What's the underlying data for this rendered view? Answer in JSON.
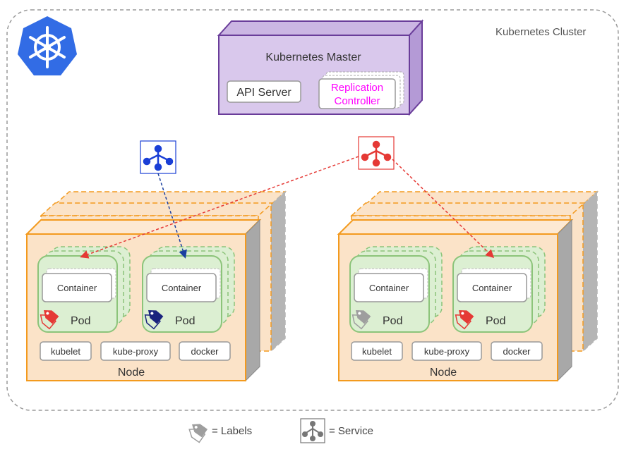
{
  "cluster": {
    "label": "Kubernetes Cluster"
  },
  "master": {
    "title": "Kubernetes Master",
    "api_server": "API Server",
    "replication_controller": [
      "Replication",
      "Controller"
    ]
  },
  "nodes": [
    {
      "label": "Node",
      "pods": [
        {
          "container": "Container",
          "label": "Pod",
          "tag_color": "#e53935"
        },
        {
          "container": "Container",
          "label": "Pod",
          "tag_color": "#1a237e"
        }
      ],
      "components": [
        "kubelet",
        "kube-proxy",
        "docker"
      ]
    },
    {
      "label": "Node",
      "pods": [
        {
          "container": "Container",
          "label": "Pod",
          "tag_color": "#9e9e9e"
        },
        {
          "container": "Container",
          "label": "Pod",
          "tag_color": "#e53935"
        }
      ],
      "components": [
        "kubelet",
        "kube-proxy",
        "docker"
      ]
    }
  ],
  "services": [
    {
      "icon": "service-icon",
      "color": "#1a3fd6"
    },
    {
      "icon": "service-icon",
      "color": "#e53935"
    }
  ],
  "legend": {
    "labels_text": "= Labels",
    "service_text": "= Service"
  },
  "colors": {
    "master_fill": "#d9c8ec",
    "master_border": "#6a3d9a",
    "node_fill": "#fbe3c8",
    "node_border": "#f39a1e",
    "pod_fill": "#dcefd2",
    "pod_border": "#8cc47a",
    "replication_text": "#ff00ff",
    "k8s_blue": "#326ce5"
  }
}
